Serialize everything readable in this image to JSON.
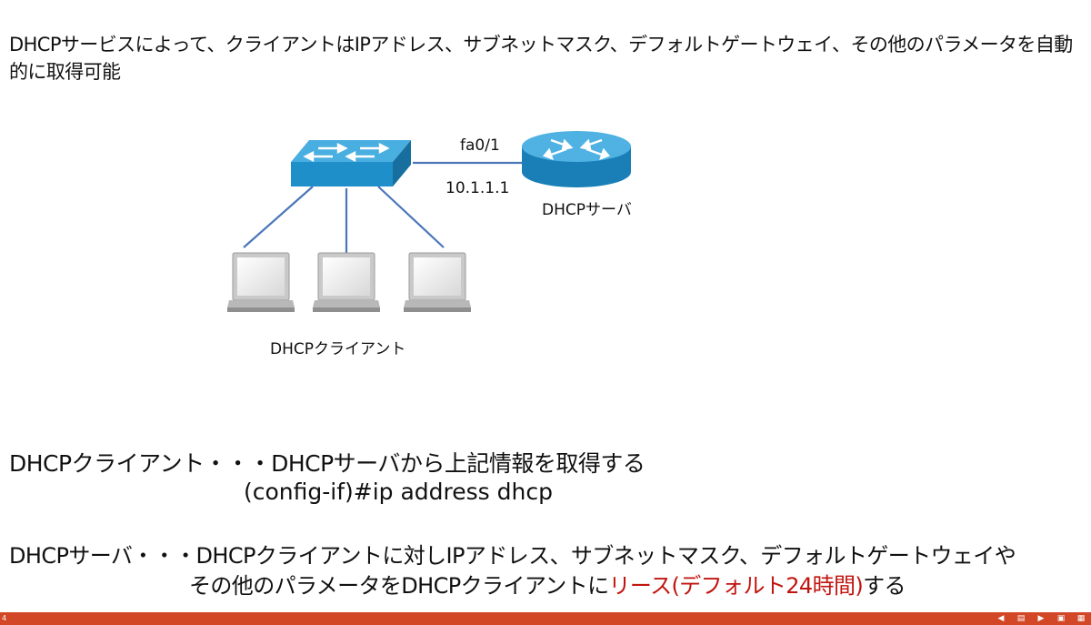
{
  "intro": "DHCPサービスによって、クライアントはIPアドレス、サブネットマスク、デフォルトゲートウェイ、その他のパラメータを自動的に取得可能",
  "diagram": {
    "interface_label": "fa0/1",
    "ip_label": "10.1.1.1",
    "server_label": "DHCPサーバ",
    "client_label": "DHCPクライアント",
    "colors": {
      "switch": "#1f8fc9",
      "router": "#1f8fc9",
      "link": "#4a76b8"
    },
    "icons": [
      "switch-icon",
      "router-icon",
      "laptop-icon",
      "laptop-icon",
      "laptop-icon"
    ]
  },
  "body": {
    "client_line": "DHCPクライアント・・・DHCPサーバから上記情報を取得する",
    "client_command": "(config-if)#ip address dhcp",
    "server_line": "DHCPサーバ・・・DHCPクライアントに対しIPアドレス、サブネットマスク、デフォルトゲートウェイや",
    "server_line2_pre": "その他のパラメータをDHCPクライアントに",
    "server_line2_accent": "リース(デフォルト24時間)",
    "server_line2_post": "する",
    "accent_color": "#c0150f"
  },
  "taskbar": {
    "slide_number": "4",
    "color": "#d24726",
    "icons": [
      "previous-icon",
      "notes-icon",
      "next-icon",
      "slide-view-icon",
      "grid-view-icon"
    ]
  }
}
